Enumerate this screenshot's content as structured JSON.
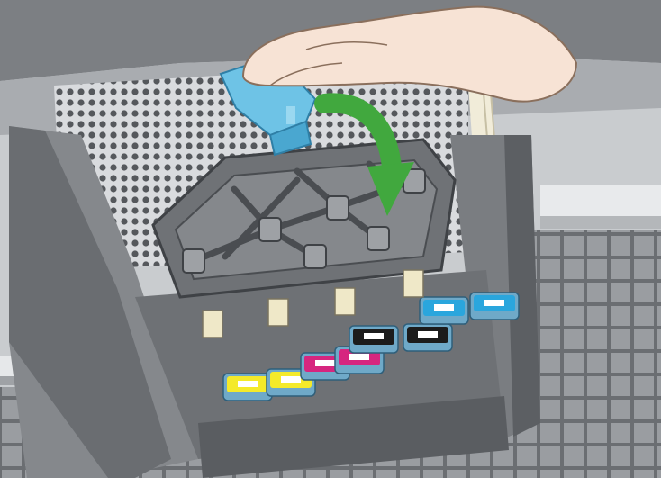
{
  "illustration": {
    "subject": "printhead-carriage-latch",
    "colors": {
      "chassis": "#8c8f93",
      "chassis_dark": "#5f6266",
      "latch": "#6ec3e6",
      "arrow": "#41a83e",
      "hand": "#f7e3d5"
    },
    "printheads": [
      {
        "color_name": "yellow",
        "hex": "#f4ea2a",
        "state": "installed"
      },
      {
        "color_name": "yellow",
        "hex": "#f4ea2a",
        "state": "installed"
      },
      {
        "color_name": "magenta",
        "hex": "#d6267f",
        "state": "installed"
      },
      {
        "color_name": "magenta",
        "hex": "#d6267f",
        "state": "installed"
      },
      {
        "color_name": "black",
        "hex": "#1c1c1c",
        "state": "installed"
      },
      {
        "color_name": "black",
        "hex": "#1c1c1c",
        "state": "installed"
      },
      {
        "color_name": "cyan",
        "hex": "#2aa6dd",
        "state": "installed"
      },
      {
        "color_name": "cyan",
        "hex": "#2aa6dd",
        "state": "installed"
      }
    ],
    "action": "close-carriage-cover"
  }
}
